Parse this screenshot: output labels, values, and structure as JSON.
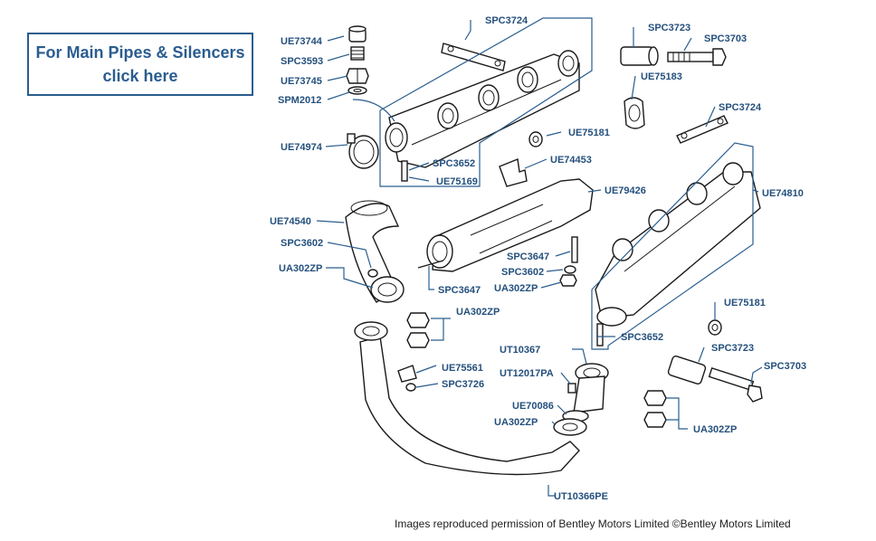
{
  "link": {
    "line1": "For Main Pipes & Silencers",
    "line2": "click here"
  },
  "credit": "Images reproduced permission of Bentley Motors Limited ©Bentley Motors Limited",
  "colors": {
    "label": "#24507d",
    "frame": "#2a5d8f",
    "line": "#1a1a1a"
  },
  "labels": {
    "ue73744": "UE73744",
    "spc3593": "SPC3593",
    "ue73745": "UE73745",
    "spm2012": "SPM2012",
    "spc3724_top": "SPC3724",
    "spc3723_top": "SPC3723",
    "spc3703_top": "SPC3703",
    "ue75183": "UE75183",
    "spc3724_right": "SPC3724",
    "ue74974": "UE74974",
    "ue75181_top": "UE75181",
    "spc3652_top": "SPC3652",
    "ue74453": "UE74453",
    "ue75169": "UE75169",
    "ue79426": "UE79426",
    "ue74810": "UE74810",
    "ue74540": "UE74540",
    "spc3602_left": "SPC3602",
    "ua302zp_left": "UA302ZP",
    "spc3647_right": "SPC3647",
    "spc3602_mid": "SPC3602",
    "ua302zp_mid": "UA302ZP",
    "spc3647_left": "SPC3647",
    "ua302zp_nuts": "UA302ZP",
    "ue75181_right": "UE75181",
    "spc3652_right": "SPC3652",
    "ut10367": "UT10367",
    "spc3723_right": "SPC3723",
    "spc3703_right": "SPC3703",
    "ue75561": "UE75561",
    "spc3726": "SPC3726",
    "ut12017pa": "UT12017PA",
    "ue70086": "UE70086",
    "ua302zp_low": "UA302ZP",
    "ua302zp_right": "UA302ZP",
    "ut10366pe": "UT10366PE"
  }
}
